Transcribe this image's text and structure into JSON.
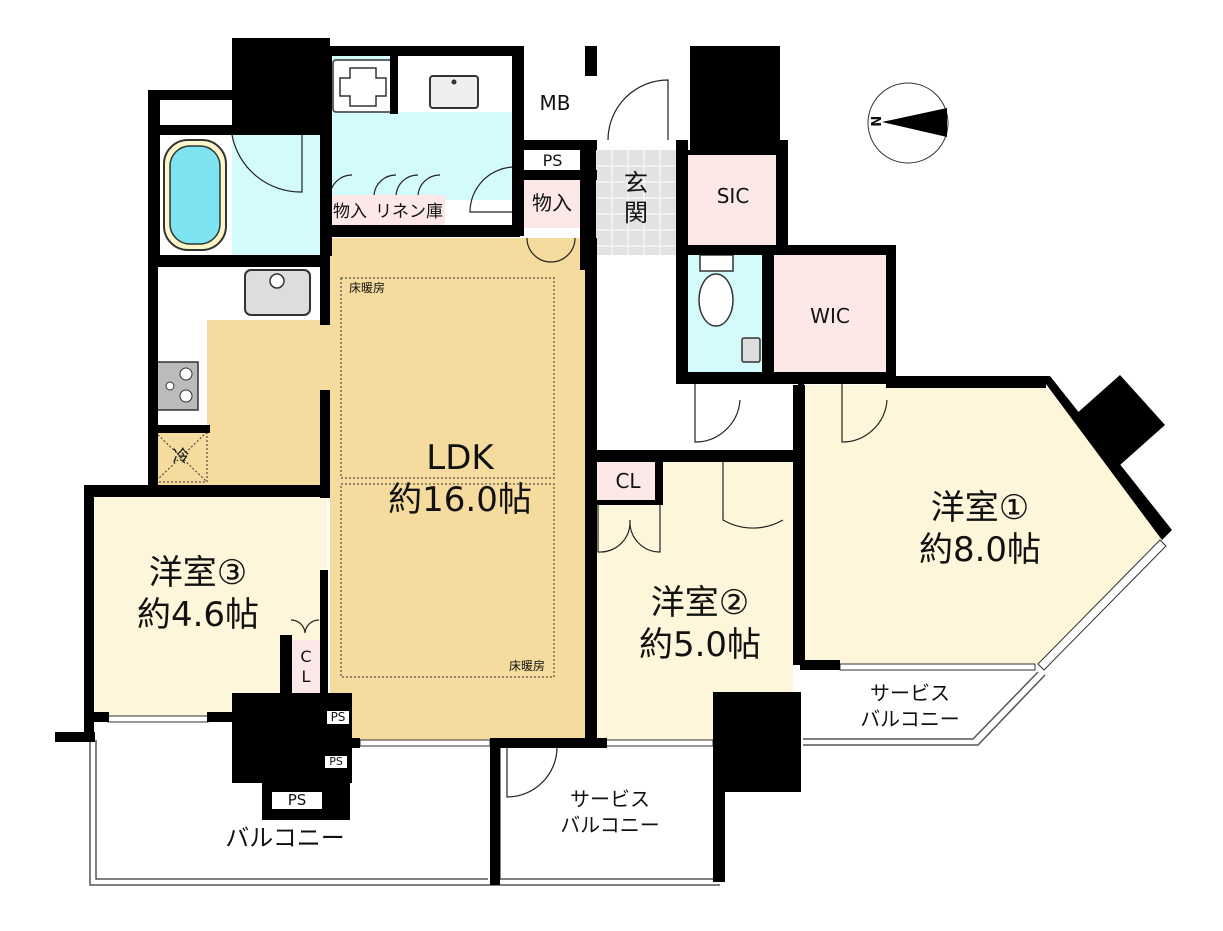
{
  "colors": {
    "ldk": "#f5dc9e",
    "bedroom": "#fdf6da",
    "wet": "#d3fbfc",
    "storage": "#fde8e8",
    "entrance_tile": "#e2e2e2",
    "wall": "#000000",
    "bath_water": "#7de3f0"
  },
  "rooms": {
    "ldk": {
      "name": "LDK",
      "size": "約16.0帖"
    },
    "room1": {
      "name": "洋室①",
      "size": "約8.0帖"
    },
    "room2": {
      "name": "洋室②",
      "size": "約5.0帖"
    },
    "room3": {
      "name": "洋室③",
      "size": "約4.6帖"
    }
  },
  "labels": {
    "mb": "MB",
    "ps_top": "PS",
    "storage_hall": "物入",
    "storage_wash": "物入",
    "linen": "リネン庫",
    "entrance_1": "玄",
    "entrance_2": "関",
    "sic": "SIC",
    "wic": "WIC",
    "cl_room2": "CL",
    "cl_room3_1": "C",
    "cl_room3_2": "L",
    "fridge": "冷",
    "floor_heating_1": "床暖房",
    "floor_heating_2": "床暖房",
    "ps_1": "PS",
    "ps_2": "PS",
    "ps_3": "PS",
    "balcony": "バルコニー",
    "service_balcony_1a": "サービス",
    "service_balcony_1b": "バルコニー",
    "service_balcony_2a": "サービス",
    "service_balcony_2b": "バルコニー",
    "compass_n": "N"
  }
}
